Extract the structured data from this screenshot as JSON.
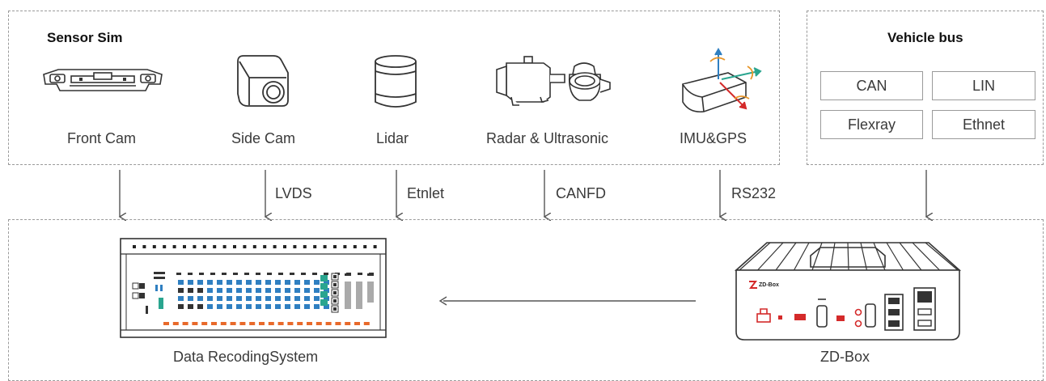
{
  "sensor_sim": {
    "title": "Sensor Sim",
    "sensors": [
      {
        "label": "Front Cam"
      },
      {
        "label": "Side Cam"
      },
      {
        "label": "Lidar"
      },
      {
        "label": "Radar & Ultrasonic"
      },
      {
        "label": "IMU&GPS"
      }
    ]
  },
  "vehicle_bus": {
    "title": "Vehicle bus",
    "buses": [
      "CAN",
      "LIN",
      "Flexray",
      "Ethnet"
    ]
  },
  "connections": {
    "lvds": "LVDS",
    "ethernet": "Etnlet",
    "canfd": "CANFD",
    "rs232": "RS232"
  },
  "devices": {
    "recorder": "Data RecodingSystem",
    "zdbox": "ZD-Box",
    "zdbox_logo": "ZD-Box"
  },
  "colors": {
    "blue": "#2f7fc1",
    "orange": "#e8692a",
    "teal": "#2aa58f",
    "red": "#d42a2a",
    "dashed": "#9a9a9a"
  }
}
